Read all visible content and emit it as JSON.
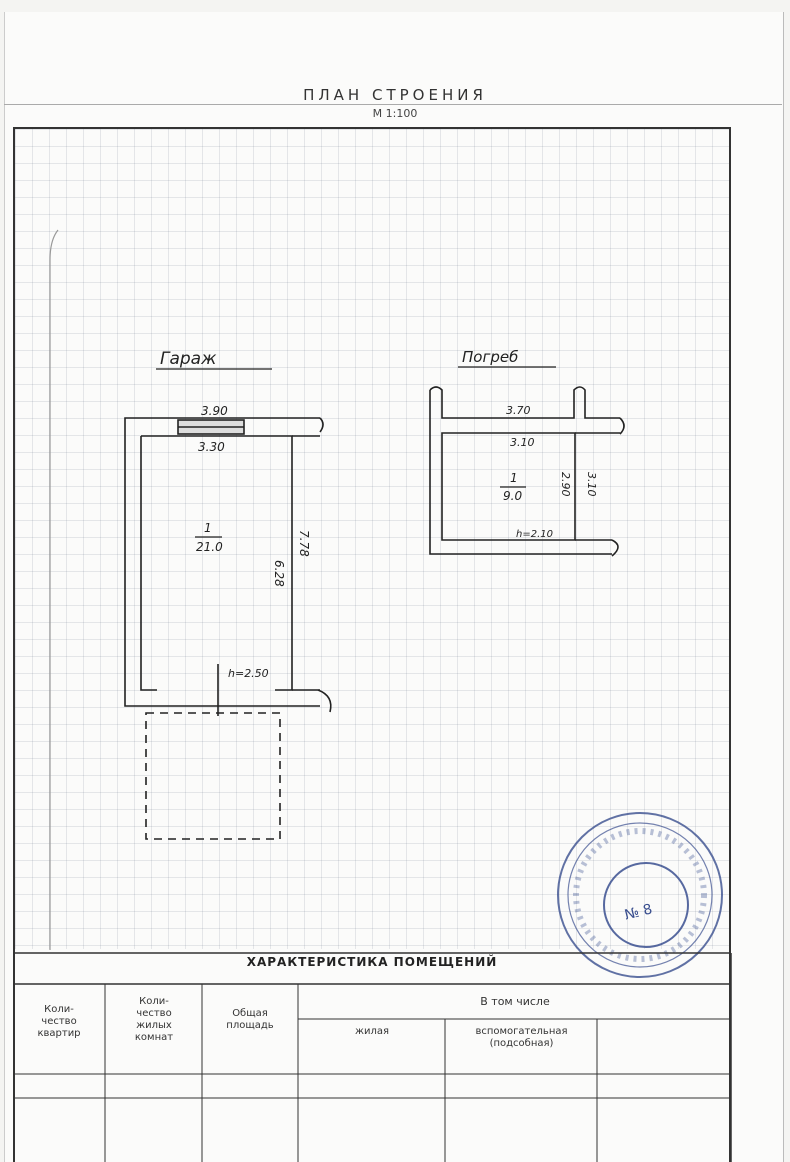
{
  "header": {
    "title": "ПЛАН СТРОЕНИЯ",
    "scale": "М 1:100"
  },
  "plan": {
    "garage": {
      "label": "Гараж",
      "dim_top_outer": "3.90",
      "dim_top_inner": "3.30",
      "dim_inner_height": "6.28",
      "dim_outer_height": "7.78",
      "room_number": "1",
      "room_area": "21.0",
      "ceiling_height": "h=2.50"
    },
    "cellar": {
      "label": "Погреб",
      "dim_top_outer": "3.70",
      "dim_top_inner": "3.10",
      "dim_inner_height": "2.90",
      "dim_outer_height": "3.10",
      "room_number": "1",
      "room_area": "9.0",
      "ceiling_height": "h=2.10"
    }
  },
  "stamp": {
    "number": "№ 8"
  },
  "table": {
    "title": "ХАРАКТЕРИСТИКА ПОМЕЩЕНИЙ",
    "col_quantity_apartments": "Коли-\nчество\nквартир",
    "col_quantity_rooms": "Коли-\nчество\nжилых\nкомнат",
    "col_total_area": "Общая\nплощадь",
    "col_including": "В том числе",
    "col_living": "жилая",
    "col_auxiliary": "вспомогательная\n(подсобная)"
  },
  "colors": {
    "ink": "#222222",
    "grid": "#8c96aa",
    "stamp": "#3a4f8f"
  }
}
